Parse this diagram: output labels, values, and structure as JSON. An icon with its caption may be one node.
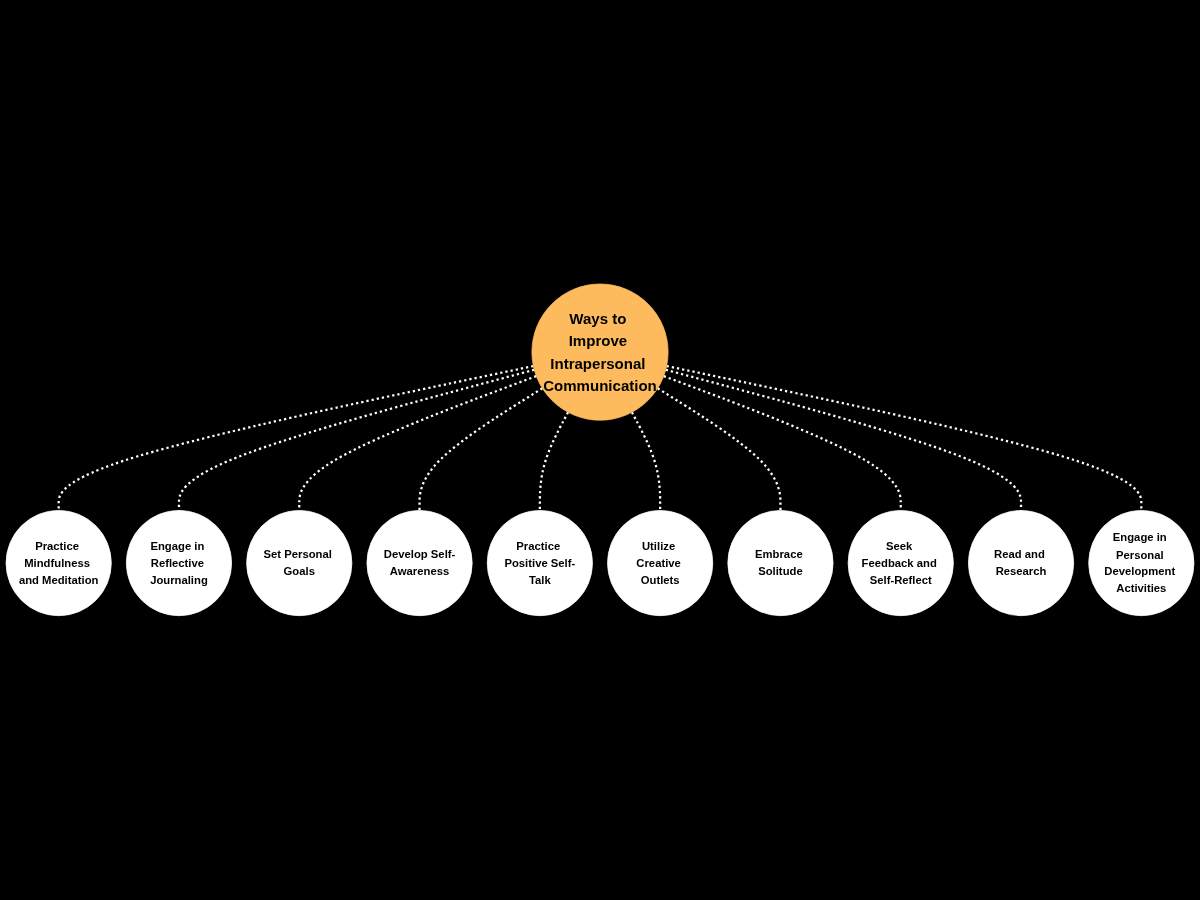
{
  "diagram": {
    "nodes": [
      {
        "text": [
          "Ways to Improve Intrapersonal Communication"
        ]
      },
      {
        "text": [
          "Practice Mindfulness and Meditation"
        ]
      },
      {
        "text": [
          "Engage in Reflective Journaling"
        ]
      },
      {
        "text": [
          "Set Personal Goals"
        ]
      },
      {
        "text": [
          "Develop Self-Awareness"
        ]
      },
      {
        "text": [
          "Practice Positive Self-Talk"
        ]
      },
      {
        "text": [
          "Utilize Creative Outlets"
        ]
      },
      {
        "text": [
          "Embrace Solitude"
        ]
      },
      {
        "text": [
          "Seek Feedback and Self-Reflect"
        ]
      },
      {
        "text": [
          "Read and Research"
        ]
      },
      {
        "text": [
          "Engage in Personal Development Activities"
        ]
      }
    ],
    "edges": [
      {
        "from": 0,
        "to": 1,
        "arrow": "none",
        "style": "dashed"
      },
      {
        "from": 0,
        "to": 2,
        "arrow": "none",
        "style": "dashed"
      },
      {
        "from": 0,
        "to": 3,
        "arrow": "none",
        "style": "dashed"
      },
      {
        "from": 0,
        "to": 4,
        "arrow": "none",
        "style": "dashed"
      },
      {
        "from": 0,
        "to": 5,
        "arrow": "none",
        "style": "dashed"
      },
      {
        "from": 0,
        "to": 6,
        "arrow": "none",
        "style": "dashed"
      },
      {
        "from": 0,
        "to": 7,
        "arrow": "none",
        "style": "dashed"
      },
      {
        "from": 0,
        "to": 8,
        "arrow": "none",
        "style": "dashed"
      },
      {
        "from": 0,
        "to": 9,
        "arrow": "none",
        "style": "dashed"
      },
      {
        "from": 0,
        "to": 10,
        "arrow": "none",
        "style": "dashed"
      }
    ]
  }
}
